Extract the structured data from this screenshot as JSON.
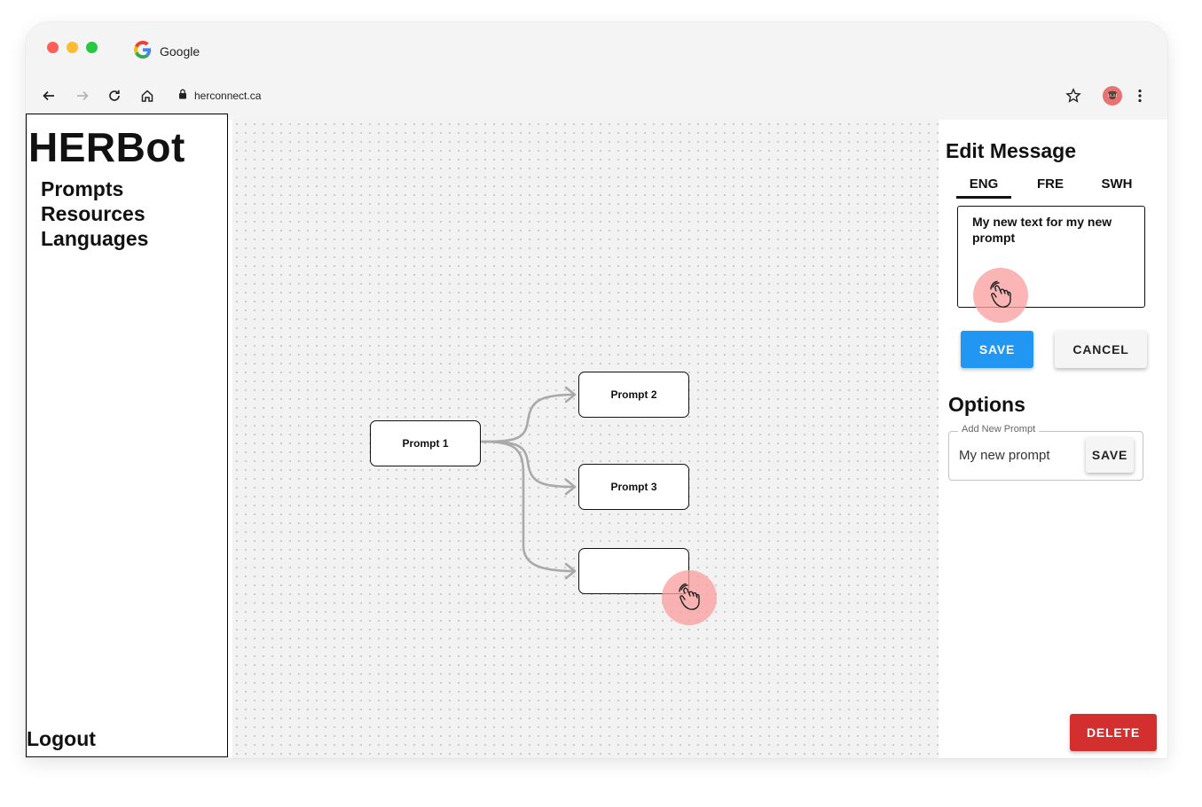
{
  "browser": {
    "tab_title": "Google",
    "url": "herconnect.ca"
  },
  "sidebar": {
    "brand": "HERBot",
    "items": [
      {
        "label": "Prompts"
      },
      {
        "label": "Resources"
      },
      {
        "label": "Languages"
      }
    ],
    "logout": "Logout"
  },
  "canvas": {
    "nodes": [
      {
        "label": "Prompt 1"
      },
      {
        "label": "Prompt 2"
      },
      {
        "label": "Prompt 3"
      },
      {
        "label": ""
      }
    ]
  },
  "edit_panel": {
    "title": "Edit Message",
    "languages": [
      "ENG",
      "FRE",
      "SWH"
    ],
    "active_language": "ENG",
    "message_text": "My new text for my new prompt",
    "save_label": "SAVE",
    "cancel_label": "CANCEL",
    "options_title": "Options",
    "add_prompt": {
      "label": "Add New Prompt",
      "value": "My new prompt",
      "save_label": "SAVE"
    },
    "delete_label": "DELETE"
  },
  "colors": {
    "primary_blue": "#2196f3",
    "danger_red": "#d32f2f",
    "touch_indicator": "#f9a0a0",
    "canvas_bg": "#f2f2f2"
  },
  "icons": [
    "google-icon",
    "back-arrow-icon",
    "forward-arrow-icon",
    "reload-icon",
    "home-icon",
    "lock-icon",
    "star-icon",
    "avatar",
    "more-vert-icon",
    "tap-hand-icon"
  ]
}
